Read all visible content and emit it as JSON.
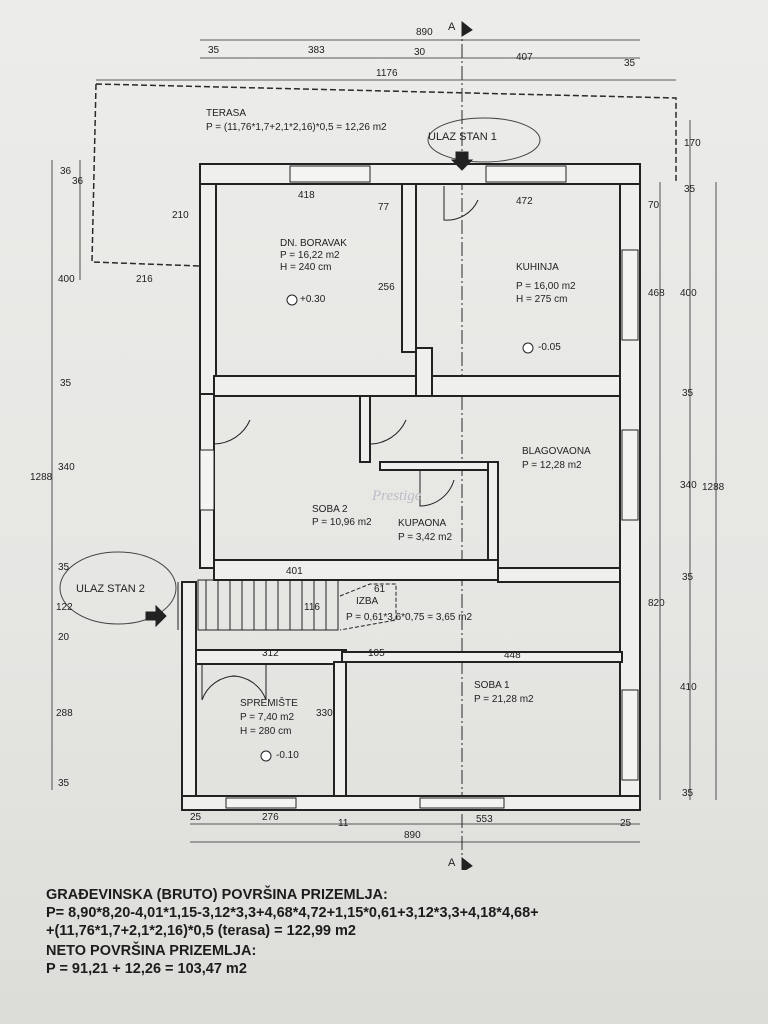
{
  "section_marker": "A",
  "dimensions": {
    "top_total": "890",
    "top_a": "35",
    "top_b": "383",
    "top_c": "30",
    "top_d": "407",
    "top_e": "35",
    "terrace_length": "1176",
    "right_170": "170",
    "right_35a": "35",
    "right_70": "70",
    "left_36": "36",
    "left_36b": "36",
    "left_210": "210",
    "left_216": "216",
    "left_400": "400",
    "left_35a": "35",
    "left_340": "340",
    "left_1288": "1288",
    "left_35b": "35",
    "left_122": "122",
    "left_20": "20",
    "left_288": "288",
    "left_35c": "35",
    "right_468": "468",
    "right_400": "400",
    "right_35b": "35",
    "right_340": "340",
    "right_1288": "1288",
    "right_820": "820",
    "right_35c": "35",
    "right_410": "410",
    "right_35d": "35",
    "inner_418": "418",
    "inner_472": "472",
    "inner_77": "77",
    "inner_256": "256",
    "inner_401": "401",
    "inner_61": "61",
    "inner_116": "116",
    "inner_312": "312",
    "inner_105": "105",
    "inner_448": "448",
    "inner_330": "330",
    "bottom_25a": "25",
    "bottom_276": "276",
    "bottom_11": "11",
    "bottom_553": "553",
    "bottom_25b": "25",
    "bottom_total": "890"
  },
  "rooms": {
    "terasa": {
      "name": "TERASA",
      "formula": "P = (11,76*1,7+2,1*2,16)*0,5 = 12,26 m2"
    },
    "ulaz1": "ULAZ STAN 1",
    "ulaz2": "ULAZ STAN 2",
    "boravak": {
      "name": "DN. BORAVAK",
      "area": "P = 16,22 m2",
      "height": "H = 240 cm",
      "level": "+0.30"
    },
    "kuhinja": {
      "name": "KUHINJA",
      "area": "P = 16,00 m2",
      "height": "H = 275 cm",
      "level": "-0.05"
    },
    "blagovaona": {
      "name": "BLAGOVAONA",
      "area": "P = 12,28 m2"
    },
    "soba2": {
      "name": "SOBA 2",
      "area": "P = 10,96 m2"
    },
    "kupaona": {
      "name": "KUPAONA",
      "area": "P = 3,42 m2"
    },
    "izba": {
      "name": "IZBA",
      "area": "P = 0,61*3,6*0,75 = 3,65 m2"
    },
    "spremiste": {
      "name": "SPREMIŠTE",
      "area": "P = 7,40 m2",
      "height": "H = 280 cm",
      "level": "-0.10"
    },
    "soba1": {
      "name": "SOBA 1",
      "area": "P = 21,28 m2"
    }
  },
  "watermark": "Prestige",
  "footer": {
    "line1": "GRAĐEVINSKA (BRUTO) POVRŠINA PRIZEMLJA:",
    "line2": "P= 8,90*8,20-4,01*1,15-3,12*3,3+4,68*4,72+1,15*0,61+3,12*3,3+4,18*4,68+",
    "line3": "+(11,76*1,7+2,1*2,16)*0,5 (terasa) = 122,99 m2",
    "line4": "NETO POVRŠINA PRIZEMLJA:",
    "line5": "P = 91,21 + 12,26 = 103,47 m2"
  }
}
